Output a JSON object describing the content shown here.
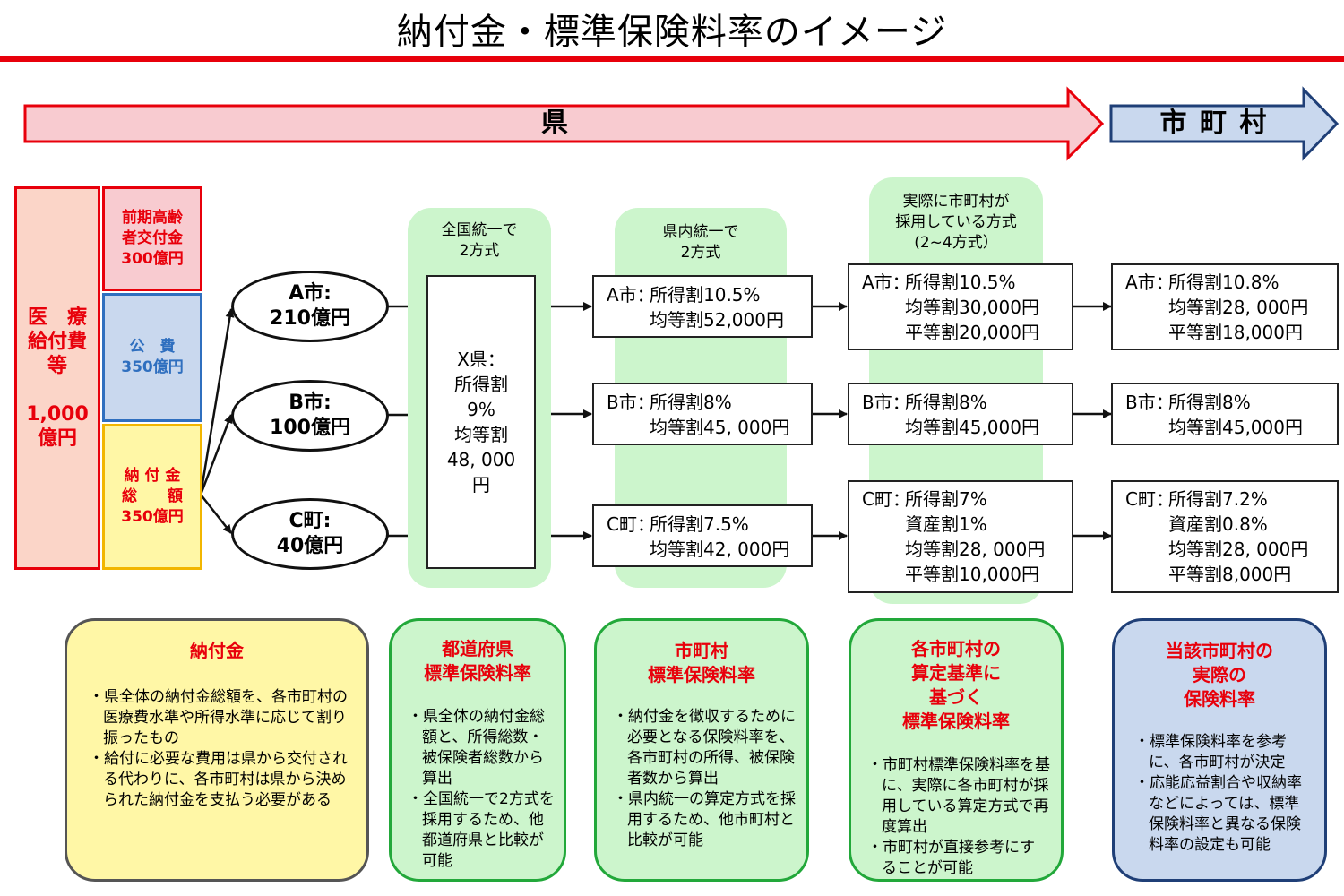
{
  "title": "納付金・標準保険料率のイメージ",
  "colors": {
    "accent_red": "#e8000b",
    "pref_arrow": "#f8cbd0",
    "muni_arrow": "#c9d8ee",
    "green_band": "#ccf5cc"
  },
  "arrows": {
    "prefecture": "県",
    "municipality": "市 町 村"
  },
  "left_stack": {
    "medical_cost": "医　療\n給付費\n等\n\n1,000\n億円",
    "elderly_grant": "前期高齢\n者交付金\n300億円",
    "public_expense": "公　費\n350億円",
    "contribution_total": "納 付 金\n総　　額\n350億円"
  },
  "cities": [
    {
      "text": "A市:\n210億円"
    },
    {
      "text": "B市:\n100億円"
    },
    {
      "text": "C町:\n40億円"
    }
  ],
  "bands": {
    "national": "全国統一で\n2方式",
    "prefectural": "県内統一で\n2方式",
    "actual": "実際に市町村が\n採用している方式\n(2~4方式）"
  },
  "prefecture_rate": "X県：\n所得割\n9%\n均等割\n48, 000\n円",
  "pref_unified": [
    {
      "label": "A市：",
      "lines": "所得割10.5%\n均等割52,000円"
    },
    {
      "label": "B市：",
      "lines": "所得割8%\n均等割45, 000円"
    },
    {
      "label": "C町：",
      "lines": "所得割7.5%\n均等割42, 000円"
    }
  ],
  "actual_method": [
    {
      "label": "A市：",
      "lines": "所得割10.5%\n均等割30,000円\n平等割20,000円"
    },
    {
      "label": "B市：",
      "lines": "所得割8%\n均等割45,000円"
    },
    {
      "label": "C町：",
      "lines": "所得割7%\n資産割1%\n均等割28, 000円\n平等割10,000円"
    }
  ],
  "final_rates": [
    {
      "label": "A市：",
      "lines": "所得割10.8%\n均等割28, 000円\n平等割18,000円"
    },
    {
      "label": "B市：",
      "lines": "所得割8%\n均等割45,000円"
    },
    {
      "label": "C町：",
      "lines": "所得割7.2%\n資産割0.8%\n均等割28, 000円\n平等割8,000円"
    }
  ],
  "cards": [
    {
      "title": "納付金",
      "items": [
        "県全体の納付金総額を、各市町村の医療費水準や所得水準に応じて割り振ったもの",
        "給付に必要な費用は県から交付される代わりに、各市町村は県から決められた納付金を支払う必要がある"
      ]
    },
    {
      "title": "都道府県\n標準保険料率",
      "items": [
        "県全体の納付金総額と、所得総数・被保険者総数から算出",
        "全国統一で2方式を採用するため、他都道府県と比較が可能"
      ]
    },
    {
      "title": "市町村\n標準保険料率",
      "items": [
        "納付金を徴収するために必要となる保険料率を、各市町村の所得、被保険者数から算出",
        "県内統一の算定方式を採用するため、他市町村と比較が可能"
      ]
    },
    {
      "title": "各市町村の\n算定基準に\n基づく\n標準保険料率",
      "items": [
        "市町村標準保険料率を基に、実際に各市町村が採用している算定方式で再度算出",
        "市町村が直接参考にすることが可能"
      ]
    },
    {
      "title": "当該市町村の\n実際の\n保険料率",
      "items": [
        "標準保険料率を参考に、各市町村が決定",
        "応能応益割合や収納率などによっては、標準保険料率と異なる保険料率の設定も可能"
      ]
    }
  ]
}
